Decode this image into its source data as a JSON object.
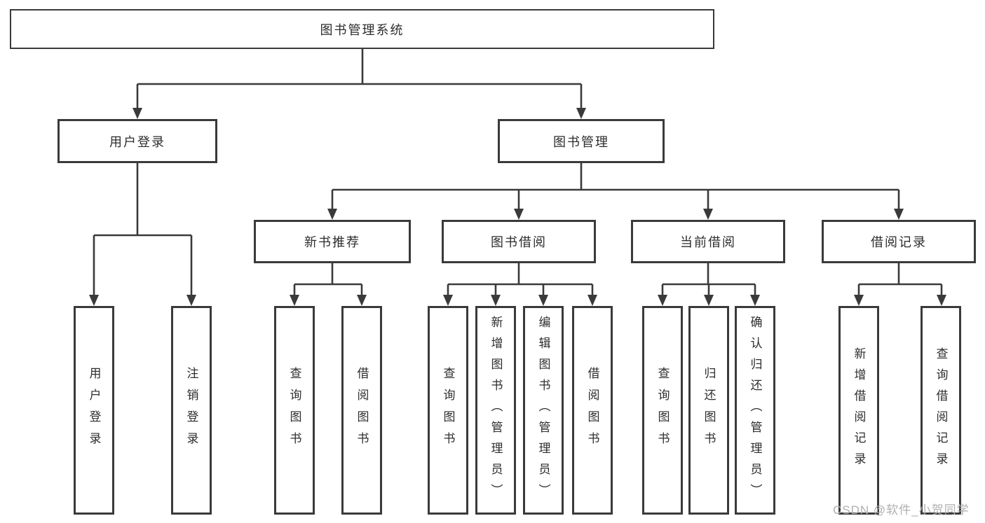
{
  "diagram": {
    "title": "图书管理系统",
    "watermark": "CSDN @软件_小贺同学"
  },
  "colors": {
    "line": "#3a3a3c",
    "box_border": "#3a3a3c",
    "text": "#2d2d2d",
    "watermark_text": "#b0b0b0",
    "background": "#ffffff"
  },
  "tree": {
    "root": {
      "label": "图书管理系统"
    },
    "level2": [
      {
        "label": "用户登录"
      },
      {
        "label": "图书管理"
      }
    ],
    "level3": [
      {
        "label": "新书推荐"
      },
      {
        "label": "图书借阅"
      },
      {
        "label": "当前借阅"
      },
      {
        "label": "借阅记录"
      }
    ],
    "leaves": {
      "user_login": [
        {
          "label": "用户登录"
        },
        {
          "label": "注销登录"
        }
      ],
      "new_book": [
        {
          "label": "查询图书"
        },
        {
          "label": "借阅图书"
        }
      ],
      "book_borrow": [
        {
          "label": "查询图书"
        },
        {
          "label": "新增图书（管理员）"
        },
        {
          "label": "编辑图书（管理员）"
        },
        {
          "label": "借阅图书"
        }
      ],
      "current_borrow": [
        {
          "label": "查询图书"
        },
        {
          "label": "归还图书"
        },
        {
          "label": "确认归还（管理员）"
        }
      ],
      "borrow_record": [
        {
          "label": "新增借阅记录"
        },
        {
          "label": "查询借阅记录"
        }
      ]
    }
  }
}
